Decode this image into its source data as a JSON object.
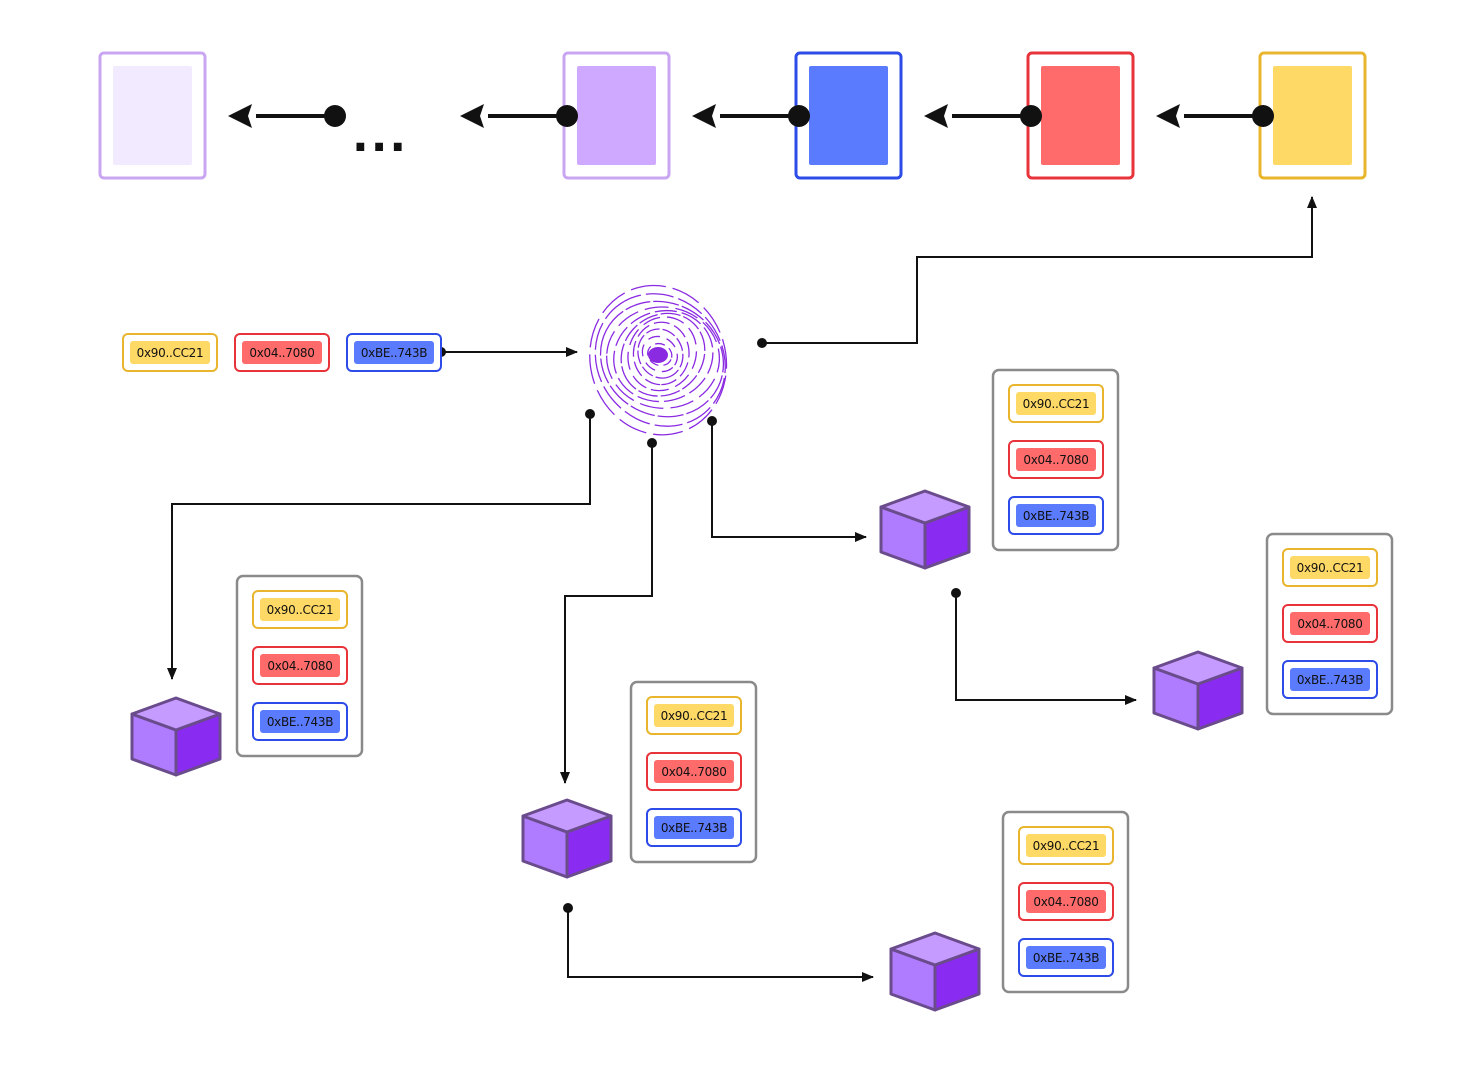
{
  "colors": {
    "yellow": "#FFD966",
    "yellow_border": "#E8B52D",
    "red": "#FF6B6B",
    "red_border": "#E8333A",
    "blue": "#5B7BFF",
    "blue_border": "#2D4BE8",
    "lavender": "#CFA8FF",
    "lavender_border": "#C9A6F2",
    "pale": "#F2EAFF",
    "cube_top": "#C69BFF",
    "cube_left": "#B07CFF",
    "cube_right": "#8A2BF2",
    "cube_stroke": "#6A4B8C",
    "vortex": "#8A2BE2"
  },
  "chain": {
    "ellipsis": "..."
  },
  "tags": [
    "0x90..CC21",
    "0x04..7080",
    "0xBE..743B"
  ]
}
